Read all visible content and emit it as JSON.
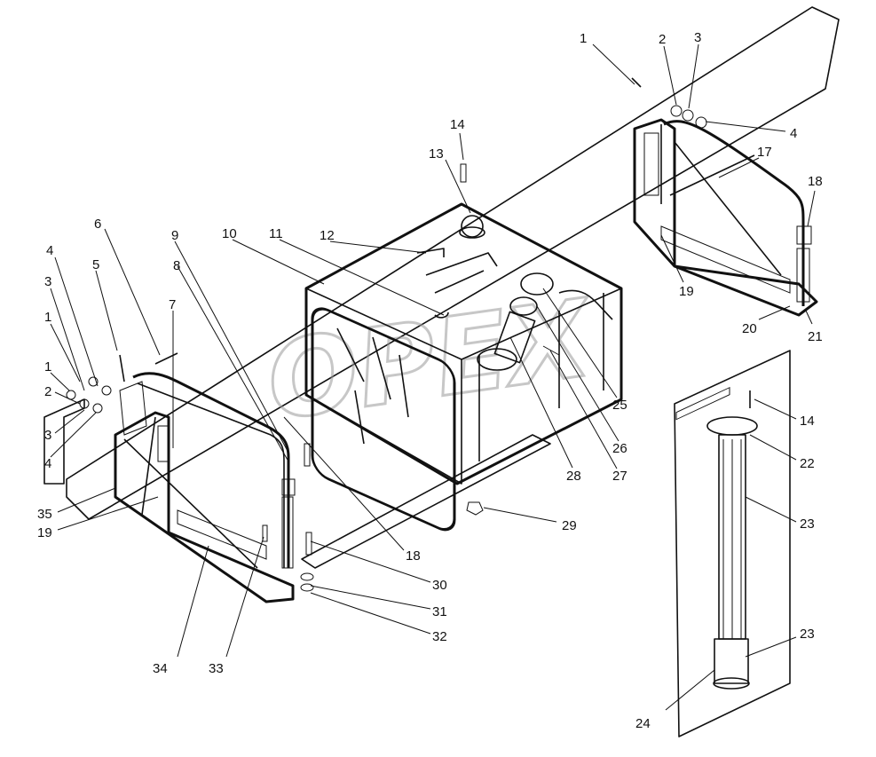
{
  "watermark": {
    "text": "OPEX",
    "color": "#9a9a9a"
  },
  "labels": [
    {
      "id": "L1a",
      "text": "1"
    },
    {
      "id": "L2a",
      "text": "2"
    },
    {
      "id": "L3a",
      "text": "3"
    },
    {
      "id": "L4a",
      "text": "4"
    },
    {
      "id": "L14a",
      "text": "14"
    },
    {
      "id": "L13",
      "text": "13"
    },
    {
      "id": "L17",
      "text": "17"
    },
    {
      "id": "L18a",
      "text": "18"
    },
    {
      "id": "L6",
      "text": "6"
    },
    {
      "id": "L9",
      "text": "9"
    },
    {
      "id": "L10",
      "text": "10"
    },
    {
      "id": "L11",
      "text": "11"
    },
    {
      "id": "L12",
      "text": "12"
    },
    {
      "id": "L4b",
      "text": "4"
    },
    {
      "id": "L5",
      "text": "5"
    },
    {
      "id": "L8",
      "text": "8"
    },
    {
      "id": "L3b",
      "text": "3"
    },
    {
      "id": "L7",
      "text": "7"
    },
    {
      "id": "L1b",
      "text": "1"
    },
    {
      "id": "L1c",
      "text": "1"
    },
    {
      "id": "L2b",
      "text": "2"
    },
    {
      "id": "L3c",
      "text": "3"
    },
    {
      "id": "L4c",
      "text": "4"
    },
    {
      "id": "L19a",
      "text": "19"
    },
    {
      "id": "L20",
      "text": "20"
    },
    {
      "id": "L21",
      "text": "21"
    },
    {
      "id": "L25",
      "text": "25"
    },
    {
      "id": "L26",
      "text": "26"
    },
    {
      "id": "L27",
      "text": "27"
    },
    {
      "id": "L28",
      "text": "28"
    },
    {
      "id": "L14b",
      "text": "14"
    },
    {
      "id": "L22",
      "text": "22"
    },
    {
      "id": "L23a",
      "text": "23"
    },
    {
      "id": "L29",
      "text": "29"
    },
    {
      "id": "L35",
      "text": "35"
    },
    {
      "id": "L19b",
      "text": "19"
    },
    {
      "id": "L18b",
      "text": "18"
    },
    {
      "id": "L30",
      "text": "30"
    },
    {
      "id": "L31",
      "text": "31"
    },
    {
      "id": "L32",
      "text": "32"
    },
    {
      "id": "L34",
      "text": "34"
    },
    {
      "id": "L33",
      "text": "33"
    },
    {
      "id": "L23b",
      "text": "23"
    },
    {
      "id": "L24",
      "text": "24"
    }
  ]
}
